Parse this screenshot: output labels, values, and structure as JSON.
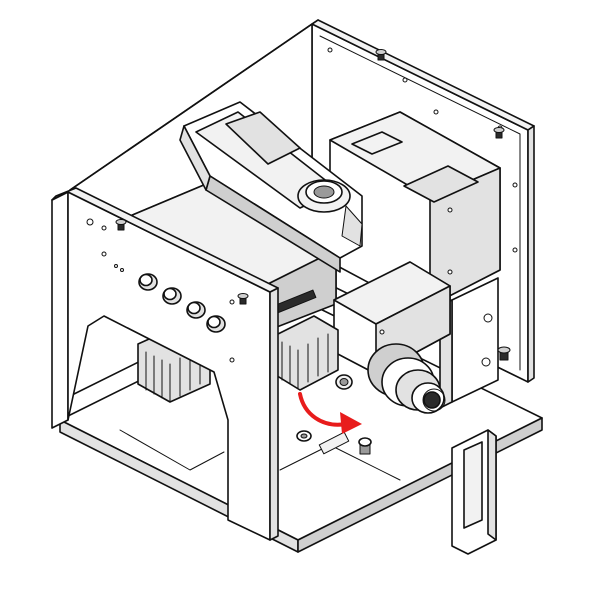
{
  "figure": {
    "type": "isometric technical illustration",
    "colors": {
      "line": "#111111",
      "body": "#ffffff",
      "shade_light": "#f2f2f2",
      "shade_mid": "#cfcfcf",
      "shade_dark": "#9a9a9a",
      "arrow": "#e81c1c"
    },
    "arrow": {
      "semantic": "rotation-direction-arrow"
    },
    "icons": [
      "fan-grille",
      "knob",
      "screw",
      "heat-sink",
      "turret-lens"
    ]
  }
}
